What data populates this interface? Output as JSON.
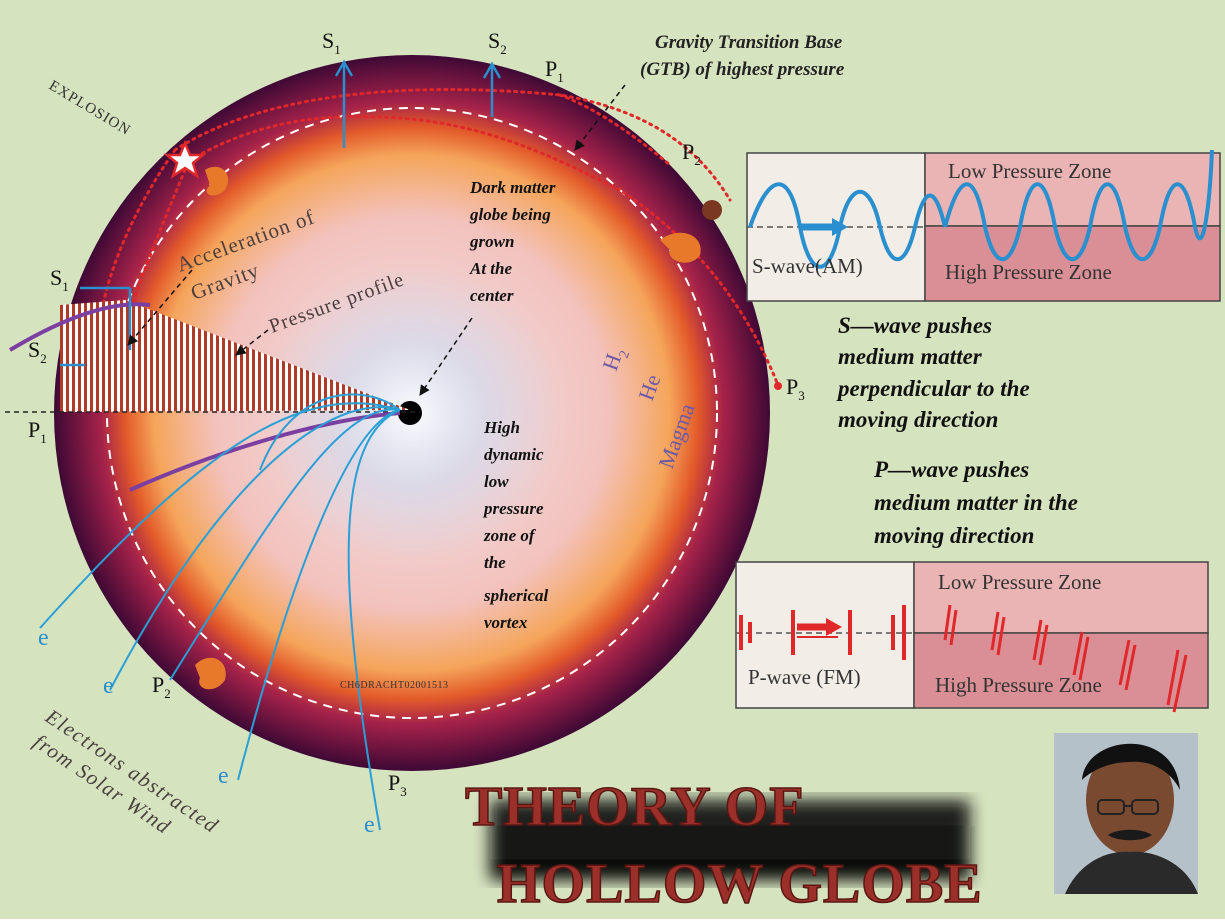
{
  "colors": {
    "background": "#d6e3bf",
    "globe_outer": "#4a0b3c",
    "globe_mid": "#f07f2a",
    "globe_core": "#f4c6c1",
    "wave_blue": "#2a8fce",
    "red_dots": "#e0282a",
    "title_red": "#9b2f2a",
    "low_zone": "#eab4b4",
    "high_zone": "#d98f95",
    "purple_text": "#6b5aa8"
  },
  "labels": {
    "explosion": "EXPLOSION",
    "gtb_line1": "Gravity Transition Base",
    "gtb_line2": "(GTB) of highest pressure",
    "s1_top": "S",
    "s1_top_sub": "1",
    "s2_top": "S",
    "s2_top_sub": "2",
    "p1_top": "P",
    "p1_top_sub": "1",
    "p2_right": "P",
    "p2_right_sub": "2",
    "p3_right": "P",
    "p3_right_sub": "3",
    "s1_left": "S",
    "s1_left_sub": "1",
    "s2_left": "S",
    "s2_left_sub": "2",
    "p1_left": "P",
    "p1_left_sub": "1",
    "p2_bottom": "P",
    "p2_bottom_sub": "2",
    "p3_bottom": "P",
    "p3_bottom_sub": "3",
    "acceleration": "Acceleration of",
    "gravity": "Gravity",
    "pressure_profile": "Pressure profile",
    "dark_matter": [
      "Dark matter",
      "globe being",
      "grown",
      "At the",
      "center"
    ],
    "high_dynamic": [
      "High",
      "dynamic",
      "low",
      "pressure",
      "zone of",
      "the",
      "spherical",
      "vortex"
    ],
    "h2": "H",
    "h2_sub": "2",
    "he": "He",
    "magma": "Magma",
    "watermark": "CH6DRACHT02001513",
    "electron": "e",
    "electrons_caption_1": "Electrons abstracted",
    "electrons_caption_2": "from Solar Wind"
  },
  "s_wave_box": {
    "label": "S-wave(AM)",
    "low": "Low Pressure Zone",
    "high": "High Pressure Zone"
  },
  "p_wave_box": {
    "label": "P-wave (FM)",
    "low": "Low Pressure Zone",
    "high": "High Pressure Zone"
  },
  "descriptions": {
    "s_wave": [
      "S—wave pushes",
      "medium matter",
      "perpendicular to the",
      "moving direction"
    ],
    "p_wave": [
      "P—wave pushes",
      "medium matter in the",
      "moving direction"
    ]
  },
  "title": {
    "line1": "THEORY OF",
    "line2": "HOLLOW GLOBE"
  }
}
